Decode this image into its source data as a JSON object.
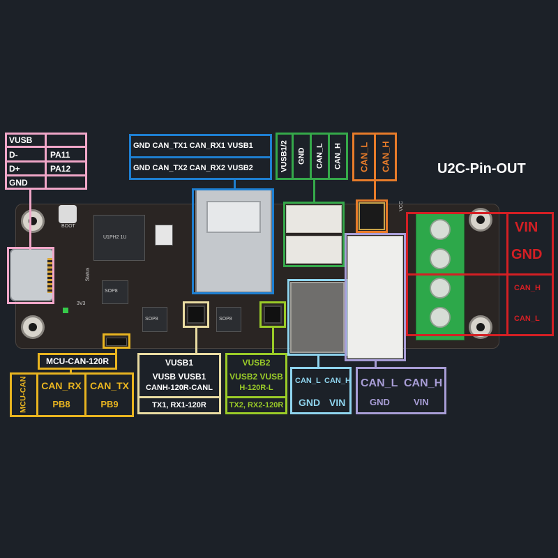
{
  "title": "U2C-Pin-OUT",
  "pink_table": {
    "rows": [
      {
        "pin": "VUSB",
        "gpio": ""
      },
      {
        "pin": "D-",
        "gpio": "PA11"
      },
      {
        "pin": "D+",
        "gpio": "PA12"
      },
      {
        "pin": "GND",
        "gpio": ""
      }
    ]
  },
  "blue_box": {
    "row1": "GND CAN_TX1 CAN_RX1 VUSB1",
    "row2": "GND CAN_TX2 CAN_RX2 VUSB2"
  },
  "green_box": {
    "pins": [
      "VUSB1/2",
      "GND",
      "CAN_L",
      "CAN_H"
    ]
  },
  "orange_box": {
    "pins": [
      "CAN_L",
      "CAN_H"
    ]
  },
  "red_box": {
    "vin": "VIN",
    "gnd": "GND",
    "can_h": "CAN_H",
    "can_l": "CAN_L"
  },
  "mcu_jumper": {
    "label": "MCU-CAN-120R"
  },
  "mcu_table": {
    "side": "MCU-CAN",
    "rx": "CAN_RX",
    "tx": "CAN_TX",
    "rx_pin": "PB8",
    "tx_pin": "PB9"
  },
  "vusb1_box": {
    "title": "VUSB1",
    "line1": "VUSB  VUSB1",
    "line2": "CANH-120R-CANL",
    "line3": "TX1, RX1-120R"
  },
  "vusb2_box": {
    "title": "VUSB2",
    "line1": "VUSB2 VUSB",
    "line2": "H-120R-L",
    "line3": "TX2, RX2-120R"
  },
  "small_connector": {
    "top_left": "CAN_L",
    "top_right": "CAN_H",
    "bottom_left": "GND",
    "bottom_right": "VIN"
  },
  "large_connector": {
    "top_left": "CAN_L",
    "top_right": "CAN_H",
    "bottom_left": "GND",
    "bottom_right": "VIN"
  },
  "silkscreen": {
    "boot": "BOOT",
    "status": "Status",
    "v33": "3V3",
    "vcc": "VCC",
    "chip": "U1PH2 1U",
    "sop8a": "SOP8",
    "sop8b": "SOP8",
    "sop8c": "SOP8"
  },
  "colors": {
    "pink": "#f0a6c8",
    "blue": "#1e7fd1",
    "green": "#35a94a",
    "orange": "#e87c2a",
    "red": "#d41f24",
    "yellow": "#e8b420",
    "cream": "#e9dca2",
    "lime": "#9acb28",
    "cyan": "#8fd4ee",
    "lavender": "#a89dd6"
  }
}
